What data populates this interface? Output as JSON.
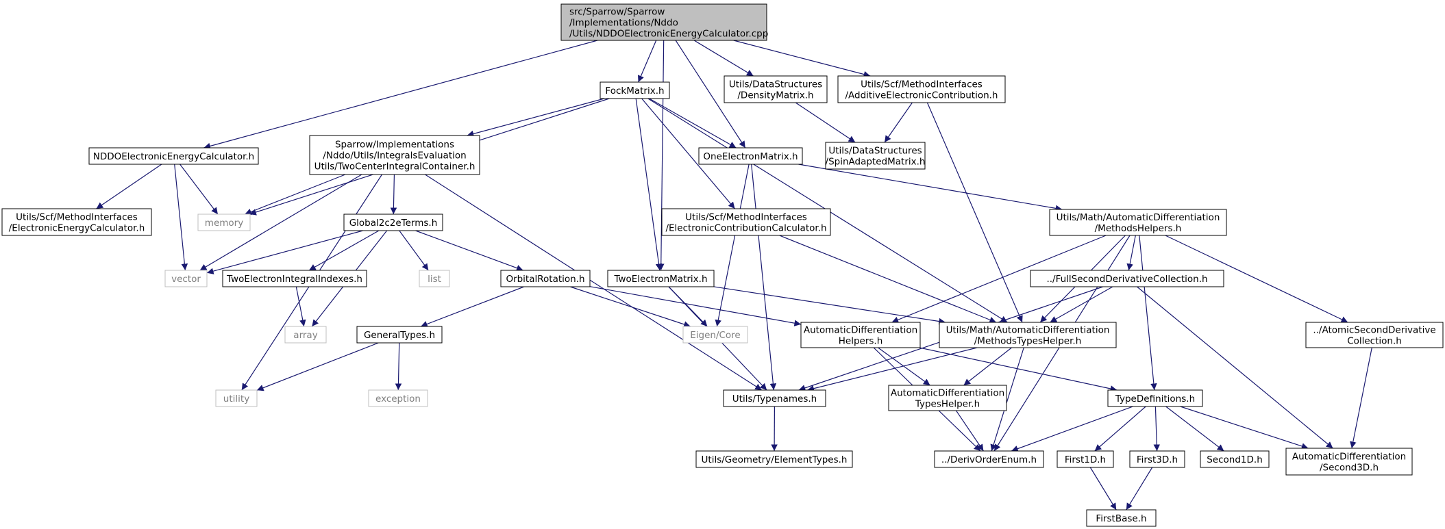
{
  "colors": {
    "edge": "#191970",
    "node_border": "#000000",
    "external_border": "#bfbfbf",
    "root_fill": "#bfbfbf",
    "node_fill": "#ffffff",
    "external_text": "#7f7f7f"
  },
  "nodes": {
    "root": {
      "lines": [
        "src/Sparrow/Sparrow",
        "/Implementations/Nddo",
        "/Utils/NDDOElectronicEnergyCalculator.cpp"
      ],
      "kind": "root"
    },
    "nddo_h": {
      "lines": [
        "NDDOElectronicEnergyCalculator.h"
      ],
      "kind": "node"
    },
    "eec_h": {
      "lines": [
        "Utils/Scf/MethodInterfaces",
        "/ElectronicEnergyCalculator.h"
      ],
      "kind": "node"
    },
    "memory": {
      "lines": [
        "memory"
      ],
      "kind": "external"
    },
    "vector": {
      "lines": [
        "vector"
      ],
      "kind": "external"
    },
    "fock_h": {
      "lines": [
        "FockMatrix.h"
      ],
      "kind": "node"
    },
    "tcic_h": {
      "lines": [
        "Sparrow/Implementations",
        "/Nddo/Utils/IntegralsEvaluation",
        "Utils/TwoCenterIntegralContainer.h"
      ],
      "kind": "node"
    },
    "g2c2e_h": {
      "lines": [
        "Global2c2eTerms.h"
      ],
      "kind": "node"
    },
    "teii_h": {
      "lines": [
        "TwoElectronIntegralIndexes.h"
      ],
      "kind": "node"
    },
    "list": {
      "lines": [
        "list"
      ],
      "kind": "external"
    },
    "array": {
      "lines": [
        "array"
      ],
      "kind": "external"
    },
    "orbrot_h": {
      "lines": [
        "OrbitalRotation.h"
      ],
      "kind": "node"
    },
    "gentypes_h": {
      "lines": [
        "GeneralTypes.h"
      ],
      "kind": "node"
    },
    "utility": {
      "lines": [
        "utility"
      ],
      "kind": "external"
    },
    "exception": {
      "lines": [
        "exception"
      ],
      "kind": "external"
    },
    "typenames_h": {
      "lines": [
        "Utils/Typenames.h"
      ],
      "kind": "node"
    },
    "elemtypes_h": {
      "lines": [
        "Utils/Geometry/ElementTypes.h"
      ],
      "kind": "node"
    },
    "tem_h": {
      "lines": [
        "TwoElectronMatrix.h"
      ],
      "kind": "node"
    },
    "eigen": {
      "lines": [
        "Eigen/Core"
      ],
      "kind": "external"
    },
    "oem_h": {
      "lines": [
        "OneElectronMatrix.h"
      ],
      "kind": "node"
    },
    "ecc_h": {
      "lines": [
        "Utils/Scf/MethodInterfaces",
        "/ElectronicContributionCalculator.h"
      ],
      "kind": "node"
    },
    "densmat_h": {
      "lines": [
        "Utils/DataStructures",
        "/DensityMatrix.h"
      ],
      "kind": "node"
    },
    "spinmat_h": {
      "lines": [
        "Utils/DataStructures",
        "/SpinAdaptedMatrix.h"
      ],
      "kind": "node"
    },
    "aec_h": {
      "lines": [
        "Utils/Scf/MethodInterfaces",
        "/AdditiveElectronicContribution.h"
      ],
      "kind": "node"
    },
    "mh_h": {
      "lines": [
        "Utils/Math/AutomaticDifferentiation",
        "/MethodsHelpers.h"
      ],
      "kind": "node"
    },
    "adh_h": {
      "lines": [
        "AutomaticDifferentiation",
        "Helpers.h"
      ],
      "kind": "node"
    },
    "mth_h": {
      "lines": [
        "Utils/Math/AutomaticDifferentiation",
        "/MethodsTypesHelper.h"
      ],
      "kind": "node"
    },
    "fsdc_h": {
      "lines": [
        "../FullSecondDerivativeCollection.h"
      ],
      "kind": "node"
    },
    "asdc_h": {
      "lines": [
        "../AtomicSecondDerivative",
        "Collection.h"
      ],
      "kind": "node"
    },
    "adth_h": {
      "lines": [
        "AutomaticDifferentiation",
        "TypesHelper.h"
      ],
      "kind": "node"
    },
    "deriv_h": {
      "lines": [
        "../DerivOrderEnum.h"
      ],
      "kind": "node"
    },
    "typedefs_h": {
      "lines": [
        "TypeDefinitions.h"
      ],
      "kind": "node"
    },
    "first1d_h": {
      "lines": [
        "First1D.h"
      ],
      "kind": "node"
    },
    "first3d_h": {
      "lines": [
        "First3D.h"
      ],
      "kind": "node"
    },
    "second1d_h": {
      "lines": [
        "Second1D.h"
      ],
      "kind": "node"
    },
    "second3d_h": {
      "lines": [
        "AutomaticDifferentiation",
        "/Second3D.h"
      ],
      "kind": "node"
    },
    "firstbase_h": {
      "lines": [
        "FirstBase.h"
      ],
      "kind": "node"
    }
  },
  "edges": [
    [
      "root",
      "nddo_h"
    ],
    [
      "root",
      "fock_h"
    ],
    [
      "root",
      "tem_h"
    ],
    [
      "root",
      "oem_h"
    ],
    [
      "root",
      "densmat_h"
    ],
    [
      "root",
      "aec_h"
    ],
    [
      "nddo_h",
      "eec_h"
    ],
    [
      "nddo_h",
      "memory"
    ],
    [
      "nddo_h",
      "vector"
    ],
    [
      "fock_h",
      "memory"
    ],
    [
      "fock_h",
      "tcic_h"
    ],
    [
      "fock_h",
      "oem_h"
    ],
    [
      "fock_h",
      "ecc_h"
    ],
    [
      "fock_h",
      "tem_h"
    ],
    [
      "fock_h",
      "mth_h"
    ],
    [
      "tcic_h",
      "memory"
    ],
    [
      "tcic_h",
      "vector"
    ],
    [
      "tcic_h",
      "g2c2e_h"
    ],
    [
      "tcic_h",
      "utility"
    ],
    [
      "tcic_h",
      "typenames_h"
    ],
    [
      "g2c2e_h",
      "vector"
    ],
    [
      "g2c2e_h",
      "teii_h"
    ],
    [
      "g2c2e_h",
      "list"
    ],
    [
      "g2c2e_h",
      "array"
    ],
    [
      "g2c2e_h",
      "orbrot_h"
    ],
    [
      "teii_h",
      "array"
    ],
    [
      "orbrot_h",
      "gentypes_h"
    ],
    [
      "orbrot_h",
      "eigen"
    ],
    [
      "orbrot_h",
      "adh_h"
    ],
    [
      "gentypes_h",
      "utility"
    ],
    [
      "gentypes_h",
      "exception"
    ],
    [
      "typenames_h",
      "elemtypes_h"
    ],
    [
      "tem_h",
      "eigen"
    ],
    [
      "tem_h",
      "typenames_h"
    ],
    [
      "tem_h",
      "mth_h"
    ],
    [
      "oem_h",
      "eigen"
    ],
    [
      "oem_h",
      "typenames_h"
    ],
    [
      "oem_h",
      "mh_h"
    ],
    [
      "ecc_h",
      "mth_h"
    ],
    [
      "densmat_h",
      "spinmat_h"
    ],
    [
      "aec_h",
      "spinmat_h"
    ],
    [
      "aec_h",
      "mth_h"
    ],
    [
      "mh_h",
      "adh_h"
    ],
    [
      "mh_h",
      "mth_h"
    ],
    [
      "mh_h",
      "fsdc_h"
    ],
    [
      "mh_h",
      "asdc_h"
    ],
    [
      "mh_h",
      "typedefs_h"
    ],
    [
      "mh_h",
      "deriv_h"
    ],
    [
      "adh_h",
      "adth_h"
    ],
    [
      "adh_h",
      "typedefs_h"
    ],
    [
      "adh_h",
      "deriv_h"
    ],
    [
      "mth_h",
      "typenames_h"
    ],
    [
      "mth_h",
      "adth_h"
    ],
    [
      "mth_h",
      "deriv_h"
    ],
    [
      "fsdc_h",
      "mth_h"
    ],
    [
      "fsdc_h",
      "typenames_h"
    ],
    [
      "fsdc_h",
      "second3d_h"
    ],
    [
      "asdc_h",
      "second3d_h"
    ],
    [
      "adth_h",
      "deriv_h"
    ],
    [
      "typedefs_h",
      "deriv_h"
    ],
    [
      "typedefs_h",
      "first1d_h"
    ],
    [
      "typedefs_h",
      "first3d_h"
    ],
    [
      "typedefs_h",
      "second1d_h"
    ],
    [
      "typedefs_h",
      "second3d_h"
    ],
    [
      "first1d_h",
      "firstbase_h"
    ],
    [
      "first3d_h",
      "firstbase_h"
    ]
  ]
}
